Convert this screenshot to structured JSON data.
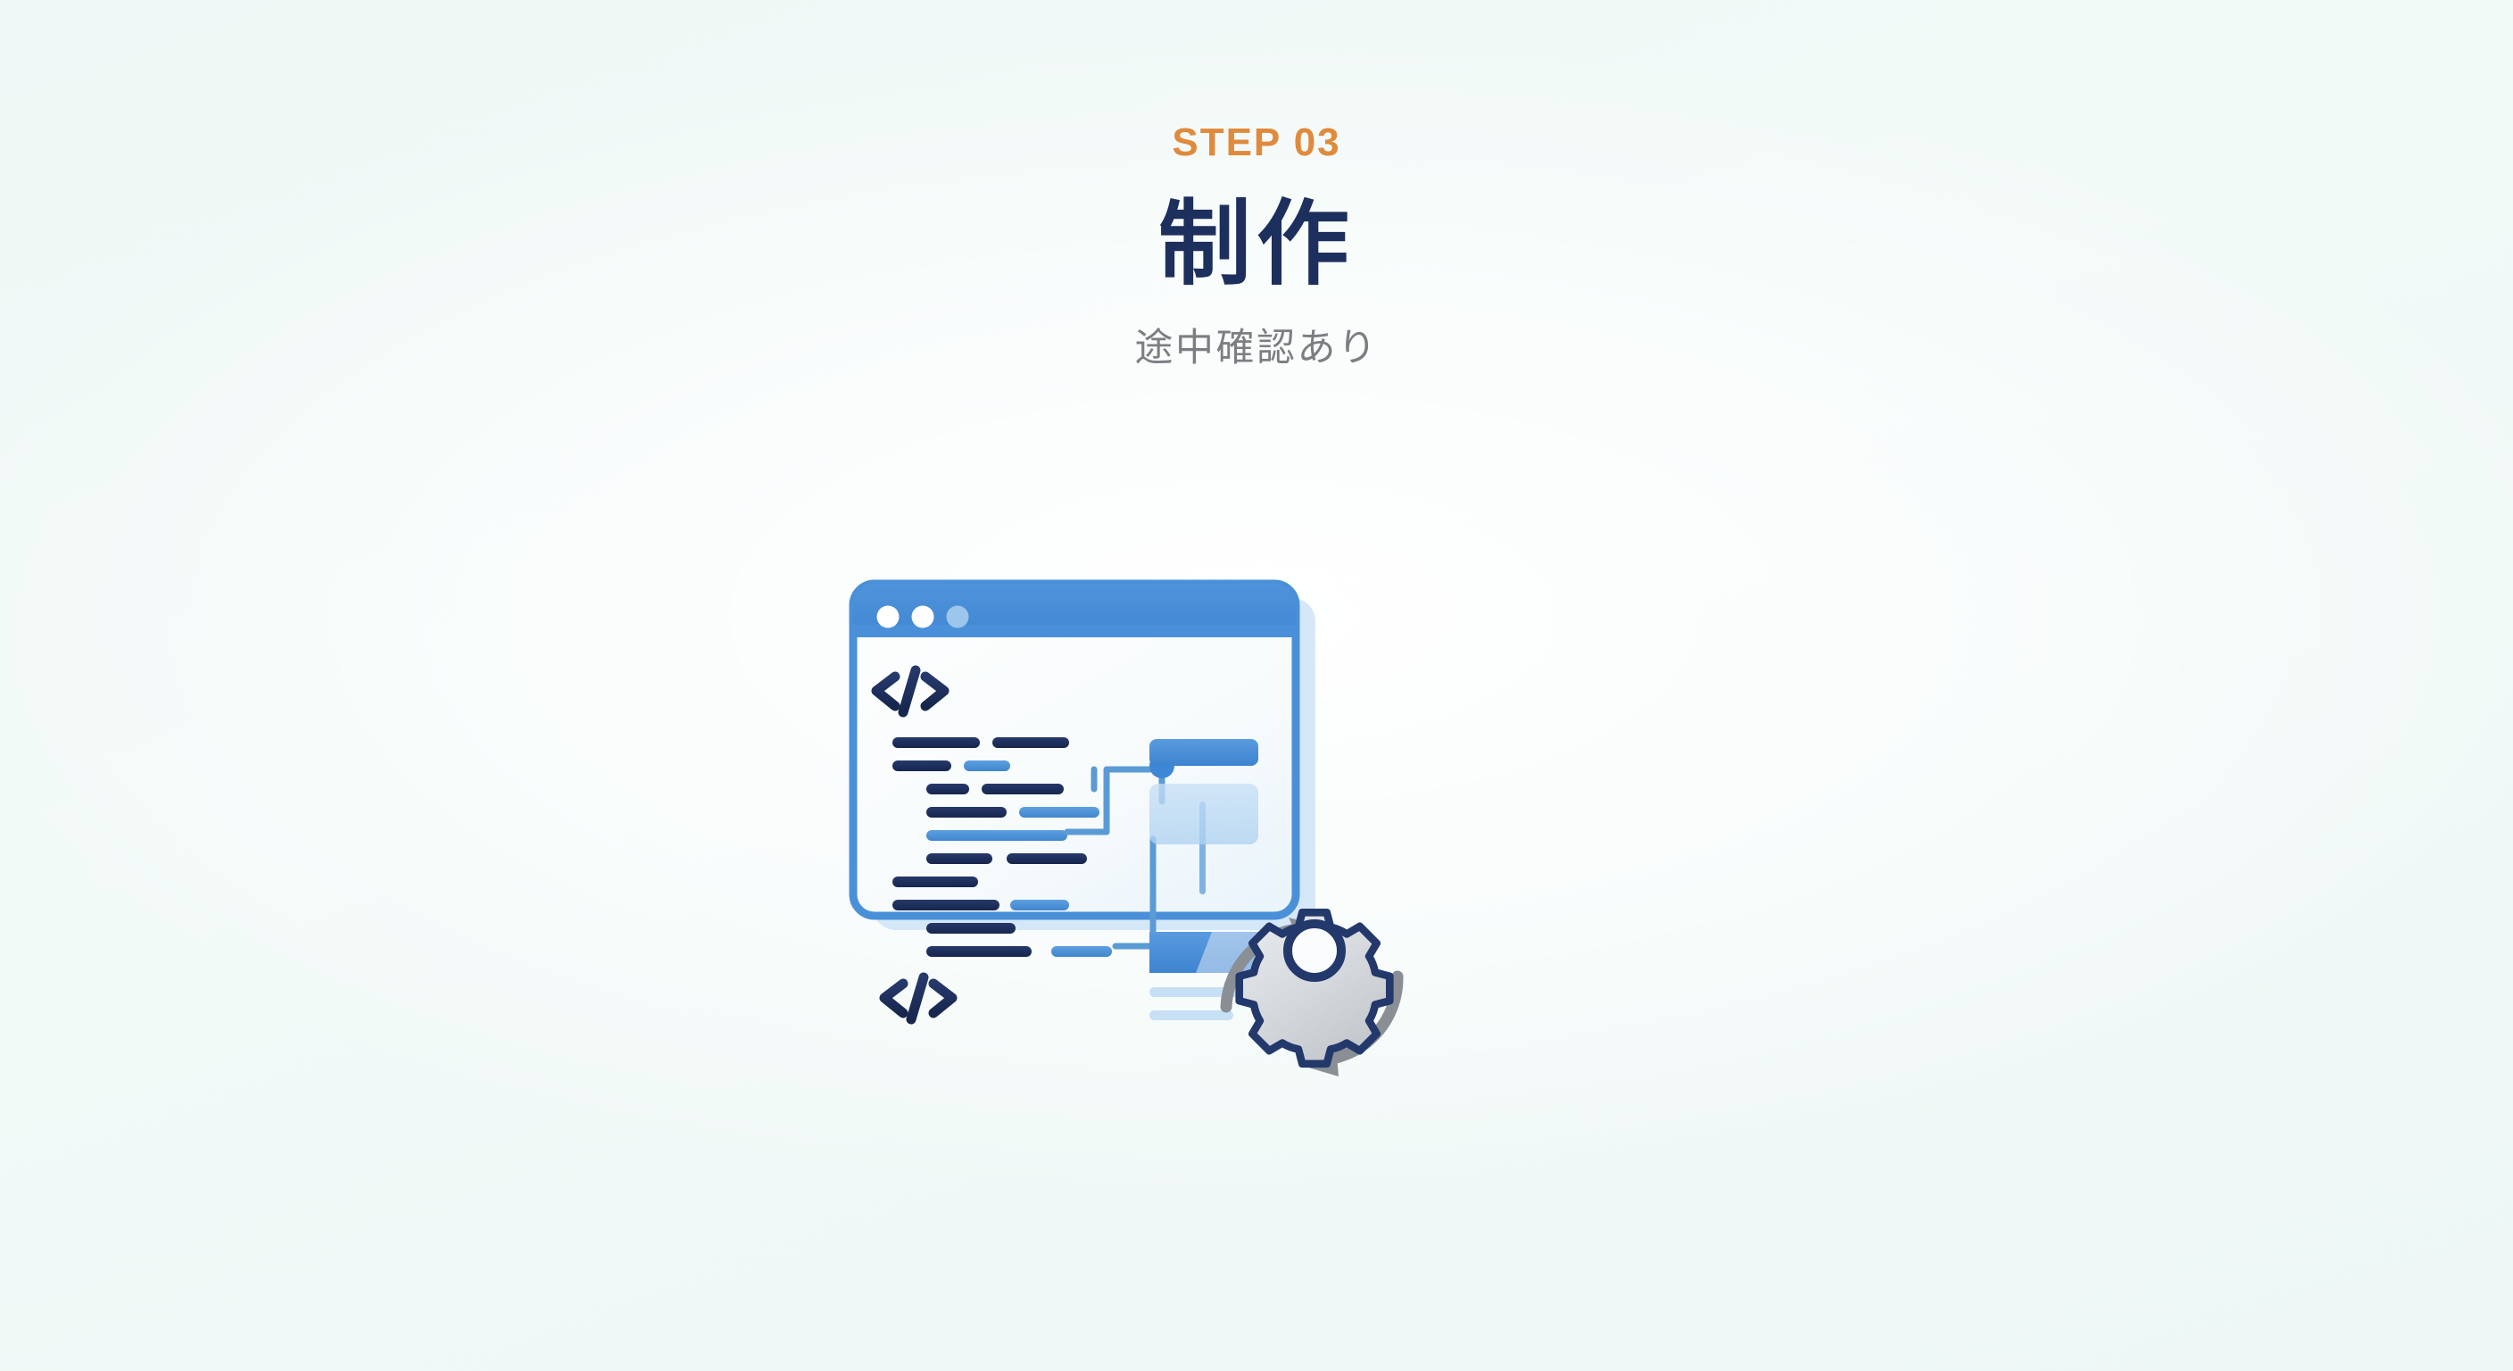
{
  "page": {
    "background_color": "#f0f8f7"
  },
  "header": {
    "step_label": "STEP 03",
    "step_label_color": "#e08a3c",
    "title": "制作",
    "title_color": "#1d2f5c",
    "subtitle": "途中確認あり",
    "subtitle_color": "#7b7f82"
  },
  "illustration": {
    "name": "browser-code-window-with-gear",
    "window": {
      "frame_color": "#4a90d9",
      "titlebar_color": "#4a90d9",
      "body_color": "#fbfdfd",
      "shadow_color": "#cfe4f7",
      "dots": [
        {
          "name": "window-dot-1",
          "color": "#ffffff"
        },
        {
          "name": "window-dot-2",
          "color": "#ffffff"
        },
        {
          "name": "window-dot-3",
          "color": "#9cc6ea"
        }
      ]
    },
    "code_glyphs": [
      {
        "name": "code-tag-top",
        "text": "</>",
        "color": "#1d2f5c"
      },
      {
        "name": "code-tag-bottom",
        "text": "</>",
        "color": "#1d2f5c"
      }
    ],
    "colors": {
      "code_dark": "#1d2f5c",
      "code_accent": "#4a90d9",
      "panel_light": "#bcd9f2",
      "panel_pale": "#d6e9f9",
      "bar_solid": "#4a90d9",
      "connector": "#5b9bd5",
      "gear_outline": "#23386b",
      "gear_fill": "#d4d8dc",
      "arrow": "#8a8f95"
    },
    "code_lines": [
      {
        "indent": 0,
        "width": 160,
        "tone": "dark"
      },
      {
        "indent": 190,
        "width": 150,
        "tone": "dark"
      },
      {
        "indent": 0,
        "width": 105,
        "tone": "dark"
      },
      {
        "indent": 130,
        "width": 78,
        "tone": "accent"
      },
      {
        "indent": 62,
        "width": 70,
        "tone": "dark"
      },
      {
        "indent": 160,
        "width": 110,
        "tone": "dark"
      },
      {
        "indent": 62,
        "width": 110,
        "tone": "dark"
      },
      {
        "indent": 192,
        "width": 110,
        "tone": "accent"
      },
      {
        "indent": 62,
        "width": 178,
        "tone": "accent"
      },
      {
        "indent": 62,
        "width": 90,
        "tone": "dark"
      },
      {
        "indent": 168,
        "width": 108,
        "tone": "dark"
      },
      {
        "indent": 0,
        "width": 118,
        "tone": "dark"
      },
      {
        "indent": 0,
        "width": 142,
        "tone": "dark"
      },
      {
        "indent": 160,
        "width": 80,
        "tone": "accent"
      },
      {
        "indent": 62,
        "width": 118,
        "tone": "dark"
      },
      {
        "indent": 62,
        "width": 138,
        "tone": "dark"
      },
      {
        "indent": 198,
        "width": 78,
        "tone": "accent"
      }
    ],
    "ui_blocks": [
      {
        "name": "ui-bar-top",
        "tone": "solid"
      },
      {
        "name": "ui-panel-middle",
        "tone": "pale"
      },
      {
        "name": "ui-button-lower",
        "tone": "solid"
      },
      {
        "name": "ui-text-line-1",
        "tone": "faint"
      },
      {
        "name": "ui-text-line-2",
        "tone": "faint"
      }
    ],
    "gear": {
      "teeth": 8,
      "outline": "#23386b",
      "fill": "#d4d8dc"
    },
    "arrows": [
      {
        "name": "refresh-arrow-up",
        "direction": "up-right"
      },
      {
        "name": "refresh-arrow-down",
        "direction": "down-left"
      }
    ],
    "connector_node": {
      "name": "connector-node",
      "color": "#3d87d6"
    }
  }
}
